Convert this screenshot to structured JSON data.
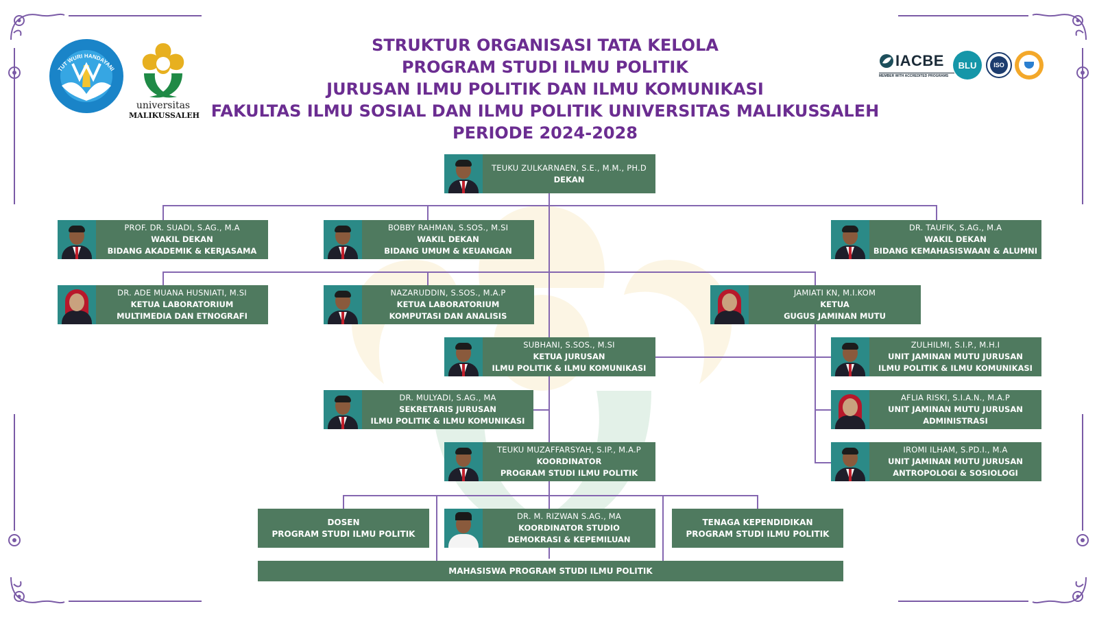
{
  "header": {
    "title_lines": [
      "STRUKTUR ORGANISASI TATA KELOLA",
      "PROGRAM STUDI ILMU POLITIK",
      "JURUSAN ILMU POLITIK DAN ILMU KOMUNIKASI",
      "FAKULTAS ILMU SOSIAL DAN ILMU POLITIK UNIVERSITAS MALIKUSSALEH",
      "PERIODE 2024-2028"
    ]
  },
  "logos": {
    "tut_wuri_text": "TUT WURI HANDAYANI",
    "univ_word": "universitas",
    "univ_name": "MALIKUSSALEH",
    "iacbe": "IACBE",
    "iacbe_sub": "MEMBER WITH ACCREDITED PROGRAMS",
    "blu": "BLU",
    "iso": "ISO"
  },
  "colors": {
    "title": "#6b2d91",
    "card": "#4f7a5f",
    "connector": "#8466b0",
    "frame": "#7a5aa6"
  },
  "org": {
    "dekan": {
      "name": "TEUKU ZULKARNAEN, S.E., M.M., PH.D",
      "r1": "DEKAN",
      "r2": ""
    },
    "wd1": {
      "name": "PROF. DR. SUADI, S.AG., M.A",
      "r1": "WAKIL DEKAN",
      "r2": "BIDANG AKADEMIK & KERJASAMA"
    },
    "wd2": {
      "name": "BOBBY RAHMAN, S.SOS., M.SI",
      "r1": "WAKIL DEKAN",
      "r2": "BIDANG UMUM & KEUANGAN"
    },
    "wd3": {
      "name": "DR. TAUFIK, S.AG., M.A",
      "r1": "WAKIL DEKAN",
      "r2": "BIDANG KEMAHASISWAAN & ALUMNI"
    },
    "lab1": {
      "name": "DR. ADE MUANA HUSNIATI, M.SI",
      "r1": "KETUA LABORATORIUM",
      "r2": "MULTIMEDIA DAN ETNOGRAFI"
    },
    "lab2": {
      "name": "NAZARUDDIN, S.SOS., M.A.P",
      "r1": "KETUA LABORATORIUM",
      "r2": "KOMPUTASI DAN ANALISIS"
    },
    "gjm": {
      "name": "JAMIATI KN, M.I.KOM",
      "r1": "KETUA",
      "r2": "GUGUS JAMINAN MUTU"
    },
    "kajur": {
      "name": "SUBHANI, S.SOS., M.SI",
      "r1": "KETUA JURUSAN",
      "r2": "ILMU POLITIK & ILMU KOMUNIKASI"
    },
    "ujm1": {
      "name": "ZULHILMI, S.I.P., M.H.I",
      "r1": "UNIT JAMINAN MUTU JURUSAN",
      "r2": "ILMU POLITIK & ILMU KOMUNIKASI"
    },
    "sekjur": {
      "name": "DR. MULYADI, S.AG., MA",
      "r1": "SEKRETARIS JURUSAN",
      "r2": "ILMU POLITIK & ILMU KOMUNIKASI"
    },
    "ujm2": {
      "name": "AFLIA RISKI, S.I.A.N., M.A.P",
      "r1": "UNIT JAMINAN MUTU JURUSAN",
      "r2": "ADMINISTRASI"
    },
    "korprodi": {
      "name": "TEUKU MUZAFFARSYAH, S.IP., M.A.P",
      "r1": "KOORDINATOR",
      "r2": "PROGRAM STUDI ILMU POLITIK"
    },
    "ujm3": {
      "name": "IROMI ILHAM, S.PD.I., M.A",
      "r1": "UNIT JAMINAN MUTU JURUSAN",
      "r2": "ANTROPOLOGI & SOSIOLOGI"
    },
    "studio": {
      "name": "DR. M. RIZWAN S.AG., MA",
      "r1": "KOORDINATOR STUDIO",
      "r2": "DEMOKRASI & KEPEMILUAN"
    },
    "dosen": {
      "r1": "DOSEN",
      "r2": "PROGRAM STUDI ILMU POLITIK"
    },
    "tendik": {
      "r1": "TENAGA KEPENDIDIKAN",
      "r2": "PROGRAM STUDI ILMU POLITIK"
    },
    "mahasiswa": {
      "r1": "MAHASISWA PROGRAM STUDI ILMU POLITIK"
    }
  }
}
